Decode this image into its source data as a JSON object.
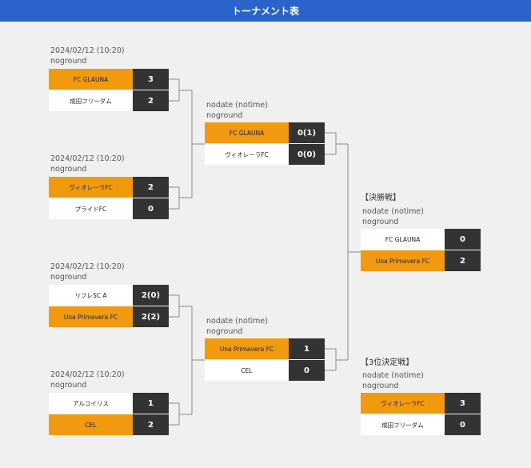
{
  "header": {
    "title": "トーナメント表"
  },
  "round1": [
    {
      "meta1": "2024/02/12 (10:20)",
      "meta2": "noground",
      "rows": [
        {
          "team": "FC GLAUNA",
          "score": "3",
          "win": true
        },
        {
          "team": "成田フリーダム",
          "score": "2",
          "win": false
        }
      ]
    },
    {
      "meta1": "2024/02/12 (10:20)",
      "meta2": "noground",
      "rows": [
        {
          "team": "ヴィオレーラFC",
          "score": "2",
          "win": true
        },
        {
          "team": "プライドFC",
          "score": "0",
          "win": false
        }
      ]
    },
    {
      "meta1": "2024/02/12 (10:20)",
      "meta2": "noground",
      "rows": [
        {
          "team": "リフレSC A",
          "score": "2(0)",
          "win": false
        },
        {
          "team": "Una Primavera FC",
          "score": "2(2)",
          "win": true
        }
      ]
    },
    {
      "meta1": "2024/02/12 (10:20)",
      "meta2": "noground",
      "rows": [
        {
          "team": "アルコイリス",
          "score": "1",
          "win": false
        },
        {
          "team": "CEL",
          "score": "2",
          "win": true
        }
      ]
    }
  ],
  "round2": [
    {
      "meta1": "nodate (notime)",
      "meta2": "noground",
      "rows": [
        {
          "team": "FC GLAUNA",
          "score": "0(1)",
          "win": true
        },
        {
          "team": "ヴィオレーラFC",
          "score": "0(0)",
          "win": false
        }
      ]
    },
    {
      "meta1": "nodate (notime)",
      "meta2": "noground",
      "rows": [
        {
          "team": "Una Primavera FC",
          "score": "1",
          "win": true
        },
        {
          "team": "CEL",
          "score": "0",
          "win": false
        }
      ]
    }
  ],
  "final": {
    "label": "【決勝戦】",
    "meta1": "nodate (notime)",
    "meta2": "noground",
    "rows": [
      {
        "team": "FC GLAUNA",
        "score": "0",
        "win": false
      },
      {
        "team": "Una Primavera FC",
        "score": "2",
        "win": true
      }
    ]
  },
  "third": {
    "label": "【3位決定戦】",
    "meta1": "nodate (notime)",
    "meta2": "noground",
    "rows": [
      {
        "team": "ヴィオレーラFC",
        "score": "3",
        "win": true
      },
      {
        "team": "成田フリーダム",
        "score": "0",
        "win": false
      }
    ]
  },
  "colors": {
    "header": "#2a63c9",
    "winner": "#f19a10",
    "score_bg": "#333333",
    "line": "#8a8a8a"
  }
}
